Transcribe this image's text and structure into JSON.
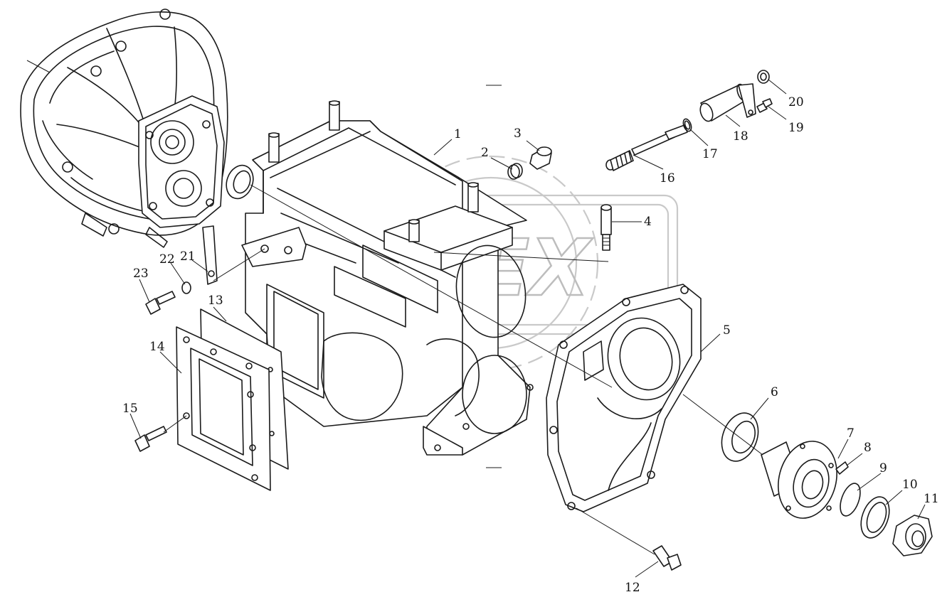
{
  "watermark": {
    "text": "OPEX"
  },
  "callouts": [
    {
      "id": "1",
      "label": "1"
    },
    {
      "id": "2",
      "label": "2"
    },
    {
      "id": "3",
      "label": "3"
    },
    {
      "id": "4",
      "label": "4"
    },
    {
      "id": "5",
      "label": "5"
    },
    {
      "id": "6",
      "label": "6"
    },
    {
      "id": "7",
      "label": "7"
    },
    {
      "id": "8",
      "label": "8"
    },
    {
      "id": "9",
      "label": "9"
    },
    {
      "id": "10",
      "label": "10"
    },
    {
      "id": "11",
      "label": "11"
    },
    {
      "id": "12",
      "label": "12"
    },
    {
      "id": "13",
      "label": "13"
    },
    {
      "id": "14",
      "label": "14"
    },
    {
      "id": "15",
      "label": "15"
    },
    {
      "id": "16",
      "label": "16"
    },
    {
      "id": "17",
      "label": "17"
    },
    {
      "id": "18",
      "label": "18"
    },
    {
      "id": "19",
      "label": "19"
    },
    {
      "id": "20",
      "label": "20"
    },
    {
      "id": "21",
      "label": "21"
    },
    {
      "id": "22",
      "label": "22"
    },
    {
      "id": "23",
      "label": "23"
    }
  ]
}
